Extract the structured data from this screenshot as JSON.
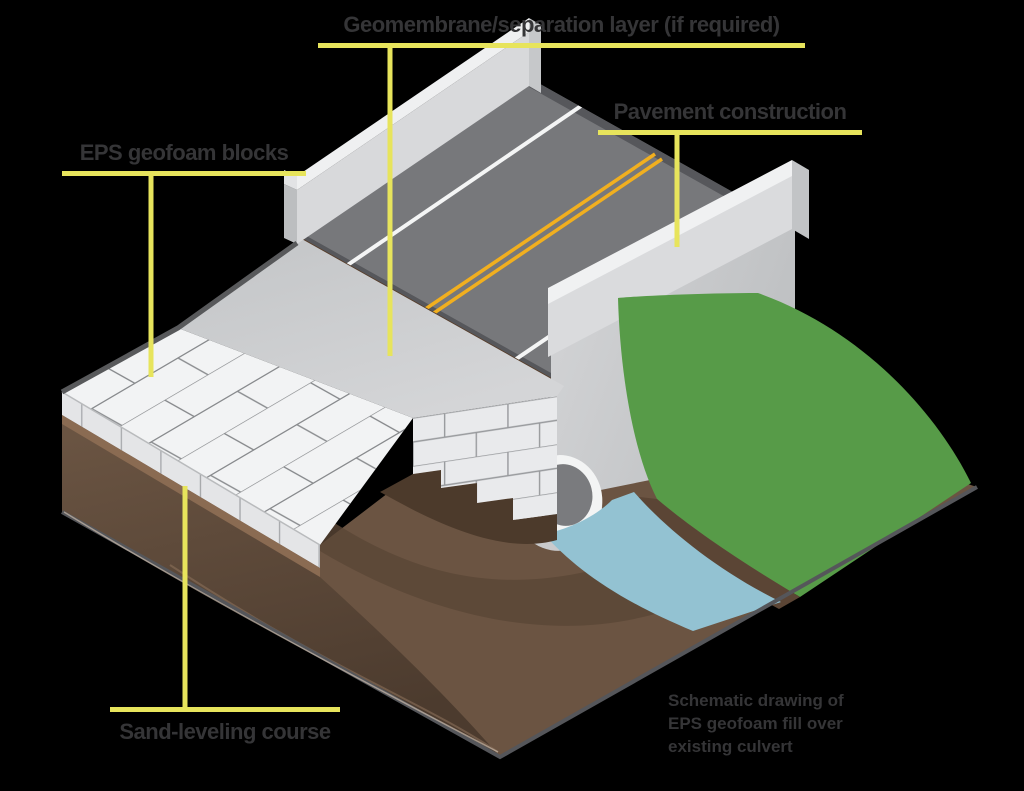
{
  "labels": {
    "geomembrane": "Geomembrane/separation layer (if required)",
    "pavement": "Pavement construction",
    "eps": "EPS geofoam blocks",
    "sand": "Sand-leveling course"
  },
  "caption": {
    "line1": "Schematic drawing of",
    "line2": "EPS geofoam fill over",
    "line3": "existing culvert"
  },
  "colors": {
    "background": "#000000",
    "leader_yellow": "#E7E45C",
    "road_gray": "#77787B",
    "road_edge_trim": "#56575B",
    "road_marking_yellow": "#F1AF1F",
    "road_marking_white": "#F4F5F5",
    "concrete_barrier": "#D8D9DB",
    "concrete_cap": "#F0F1F2",
    "retaining_wall": "#C6C8CA",
    "geomembrane_gray": "#C8CACC",
    "geofoam_white": "#F2F3F4",
    "geofoam_joint": "#898B8E",
    "sand_brown": "#8A6B52",
    "earth_brown": "#63503F",
    "earth_dark": "#4F3E30",
    "grass_green": "#579B48",
    "water_blue": "#93C2D2",
    "culvert_interior": "#7A7B7E",
    "label_text": "#353537"
  }
}
